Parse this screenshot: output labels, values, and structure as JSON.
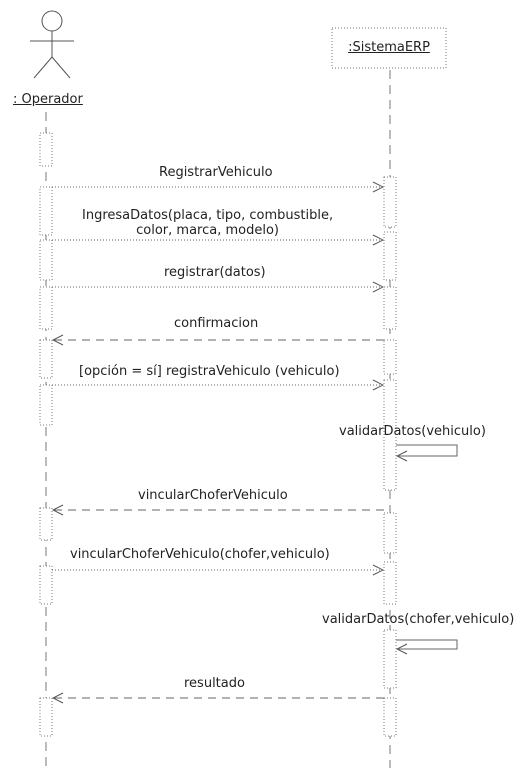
{
  "actor": {
    "name": ": Operador"
  },
  "system": {
    "name": ":SistemaERP"
  },
  "messages": [
    {
      "label": "RegistrarVehiculo",
      "direction": "right",
      "style": "dotted"
    },
    {
      "label": "IngresaDatos(placa, tipo, combustible,\ncolor, marca, modelo)",
      "direction": "right",
      "style": "dotted"
    },
    {
      "label": "registrar(datos)",
      "direction": "right",
      "style": "dotted"
    },
    {
      "label": "confirmacion",
      "direction": "left",
      "style": "dashed"
    },
    {
      "label": "[opción = sí] registraVehiculo (vehiculo)",
      "direction": "right",
      "style": "dotted"
    },
    {
      "label": "validarDatos(vehiculo)",
      "direction": "self",
      "style": "solid"
    },
    {
      "label": "vincularChoferVehiculo",
      "direction": "left",
      "style": "dashed"
    },
    {
      "label": "vincularChoferVehiculo(chofer,vehiculo)",
      "direction": "right",
      "style": "dotted"
    },
    {
      "label": "validarDatos(chofer,vehiculo)",
      "direction": "self",
      "style": "solid"
    },
    {
      "label": "resultado",
      "direction": "left",
      "style": "dashed"
    }
  ]
}
